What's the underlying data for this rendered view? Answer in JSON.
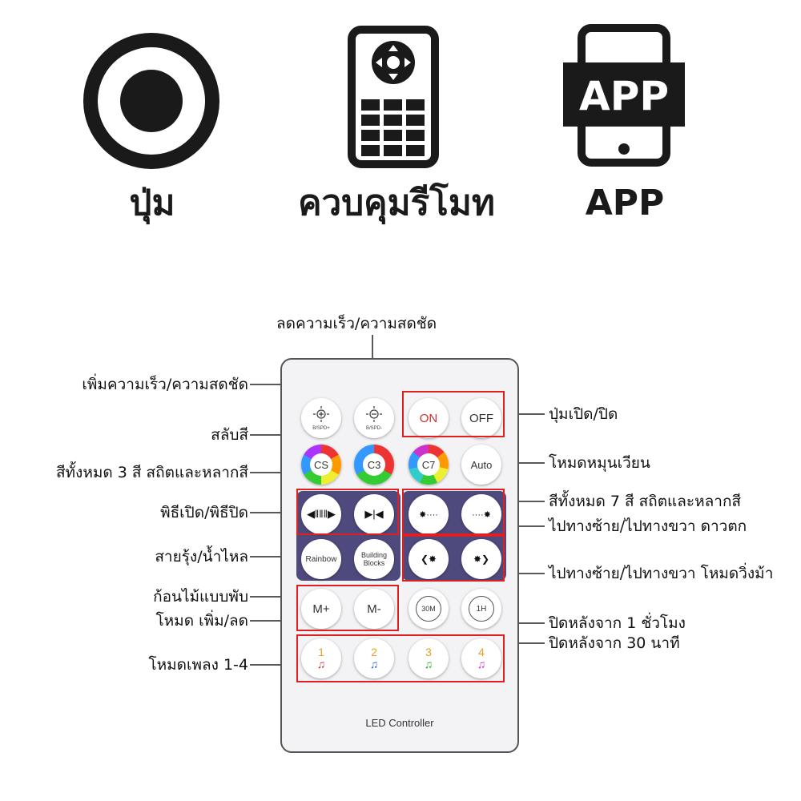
{
  "top": {
    "button_label": "ปุ่ม",
    "remote_label": "ควบคุมรีโมท",
    "app_label": "APP",
    "app_screen_text": "APP"
  },
  "remote": {
    "buttons": {
      "speed_up": "B/SPD+",
      "speed_down": "B/SPD-",
      "on": "ON",
      "off": "OFF",
      "cs": "CS",
      "c3": "C3",
      "c7": "C7",
      "auto": "Auto",
      "rainbow": "Rainbow",
      "building_blocks": "Building Blocks",
      "m_plus": "M+",
      "m_minus": "M-",
      "timer_30m": "30M",
      "timer_1h": "1H",
      "music1": "1",
      "music2": "2",
      "music3": "3",
      "music4": "4"
    },
    "footer": "LED Controller"
  },
  "labels": {
    "speed_down": "ลดความเร็ว/ความสดชัด",
    "speed_up": "เพิ่มความเร็ว/ความสดชัด",
    "power": "ปุ่มเปิด/ปิด",
    "switch_color": "สลับสี",
    "auto": "โหมดหมุนเวียน",
    "c3": "สีทั้งหมด 3 สี สถิตและหลากสี",
    "c7": "สีทั้งหมด 7 สี สถิตและหลากสี",
    "open_close": "พิธีเปิด/พิธีปิด",
    "meteor": "ไปทางซ้าย/ไปทางขวา ดาวตก",
    "rainbow": "สายรุ้ง/น้ำไหล",
    "horse": "ไปทางซ้าย/ไปทางขวา โหมดวิ่งม้า",
    "blocks": "ก้อนไม้แบบพับ",
    "mode": "โหมด เพิ่ม/ลด",
    "timer_1h": "ปิดหลังจาก 1 ชั่วโมง",
    "timer_30m": "ปิดหลังจาก 30 นาที",
    "music": "โหมดเพลง 1-4"
  },
  "colors": {
    "red_box": "#e02020",
    "panel": "#4f4a7e",
    "on_off_text": "#d03030"
  }
}
